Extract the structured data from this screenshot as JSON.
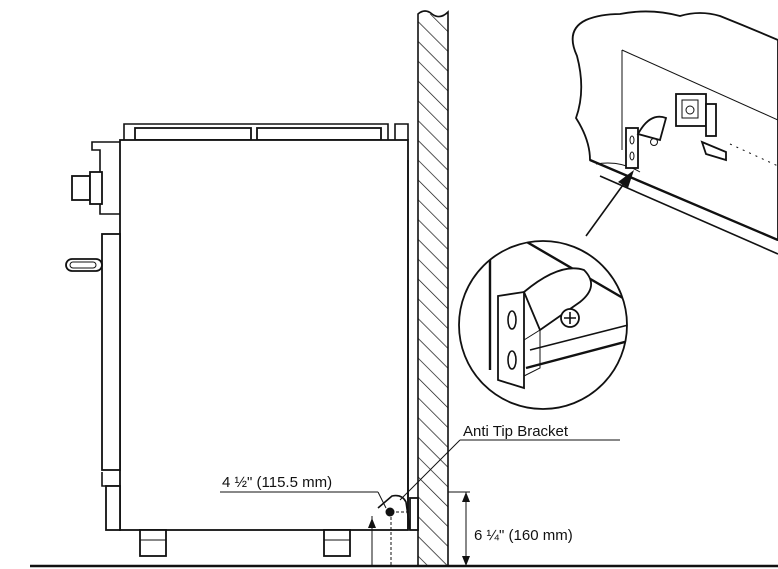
{
  "labels": {
    "anti_tip_bracket": "Anti Tip Bracket",
    "bracket_offset": "4 ½\" (115.5 mm)",
    "bracket_height": "6 ¼\" (160 mm)"
  },
  "colors": {
    "line": "#111111",
    "background": "#ffffff"
  }
}
